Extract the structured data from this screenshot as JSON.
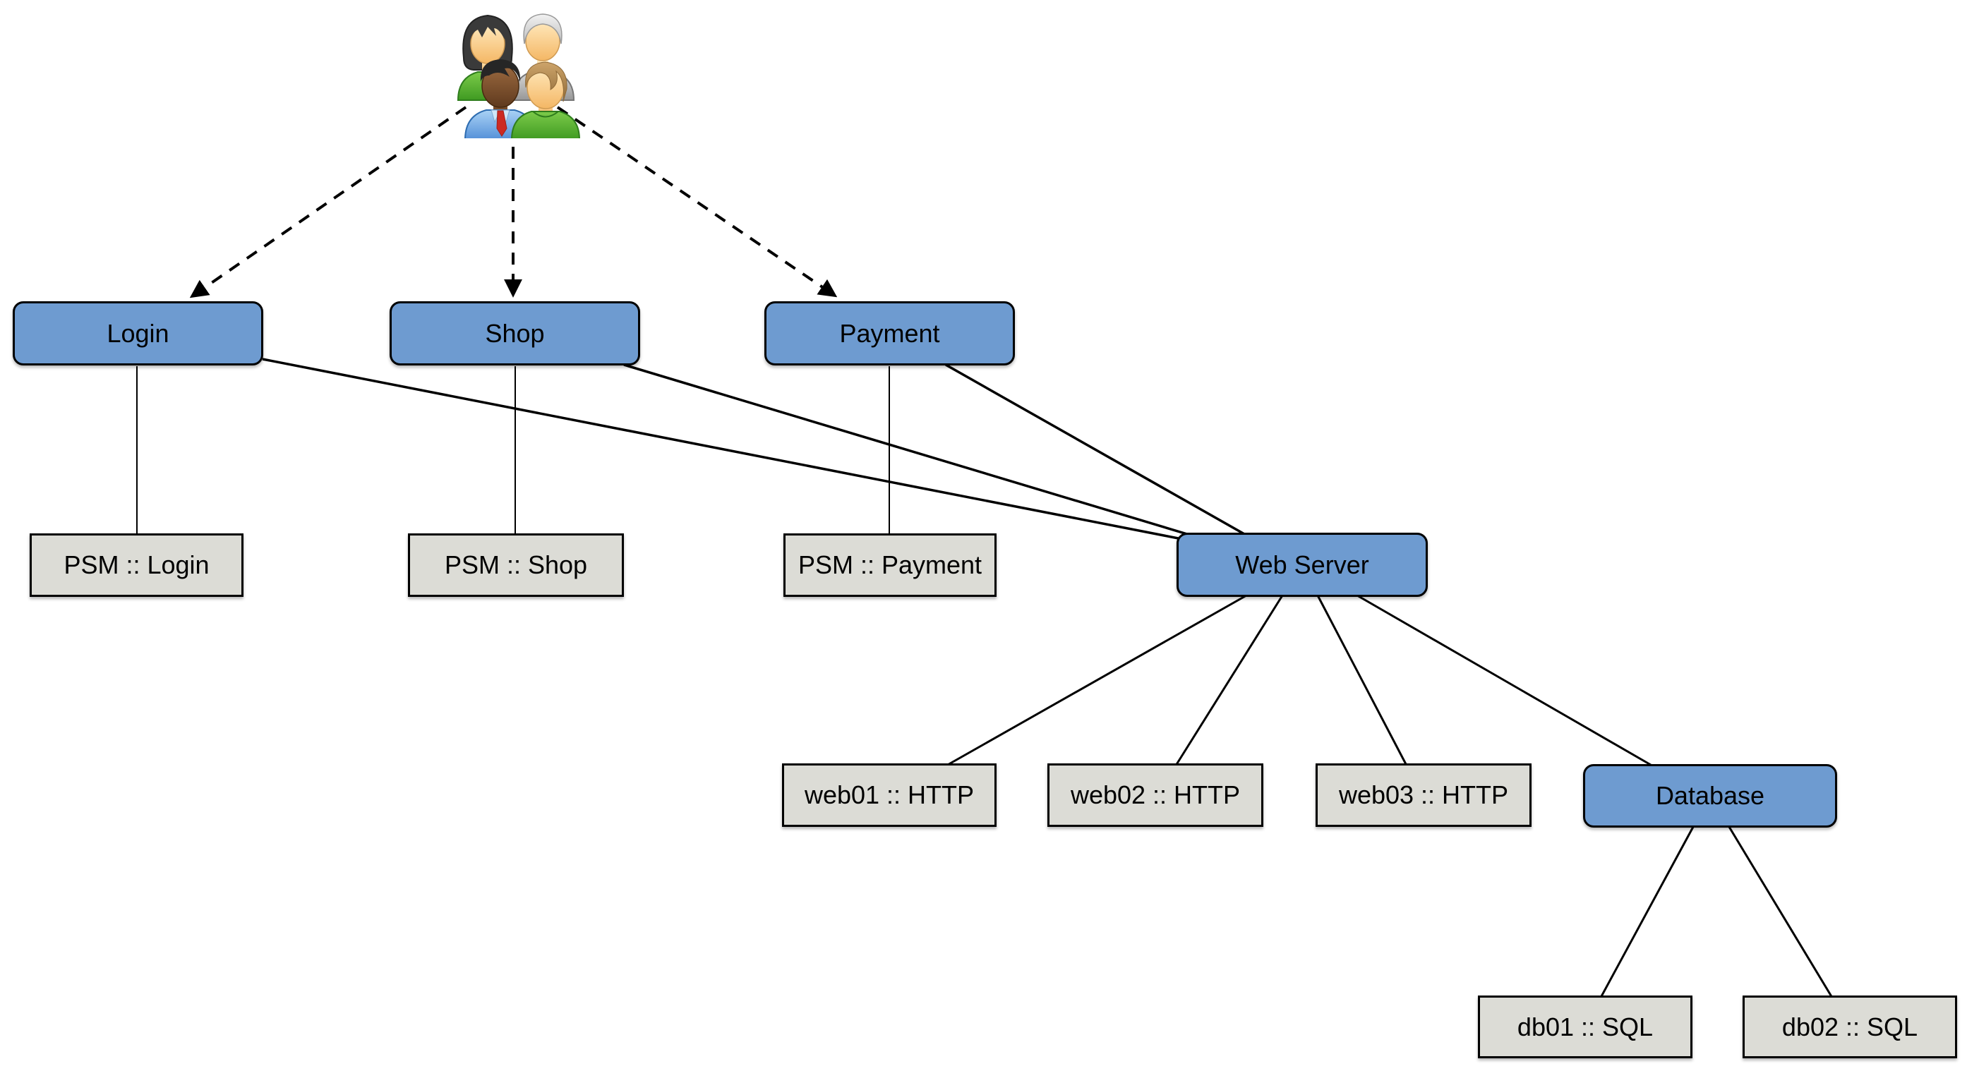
{
  "diagram": {
    "title": "service dependency diagram",
    "users_icon": {
      "name": "users-group-icon",
      "description": "group of four people representing users"
    },
    "nodes": [
      {
        "id": "login",
        "label": "Login",
        "kind": "business-process"
      },
      {
        "id": "shop",
        "label": "Shop",
        "kind": "business-process"
      },
      {
        "id": "payment",
        "label": "Payment",
        "kind": "business-process"
      },
      {
        "id": "psm-login",
        "label": "PSM :: Login",
        "kind": "check"
      },
      {
        "id": "psm-shop",
        "label": "PSM :: Shop",
        "kind": "check"
      },
      {
        "id": "psm-payment",
        "label": "PSM :: Payment",
        "kind": "check"
      },
      {
        "id": "web-server",
        "label": "Web Server",
        "kind": "business-process"
      },
      {
        "id": "web01",
        "label": "web01 :: HTTP",
        "kind": "check"
      },
      {
        "id": "web02",
        "label": "web02 :: HTTP",
        "kind": "check"
      },
      {
        "id": "web03",
        "label": "web03 :: HTTP",
        "kind": "check"
      },
      {
        "id": "database",
        "label": "Database",
        "kind": "business-process"
      },
      {
        "id": "db01",
        "label": "db01 :: SQL",
        "kind": "check"
      },
      {
        "id": "db02",
        "label": "db02 :: SQL",
        "kind": "check"
      }
    ],
    "edges": [
      {
        "from": "users",
        "to": "login",
        "style": "dashed-arrow"
      },
      {
        "from": "users",
        "to": "shop",
        "style": "dashed-arrow"
      },
      {
        "from": "users",
        "to": "payment",
        "style": "dashed-arrow"
      },
      {
        "from": "login",
        "to": "psm-login",
        "style": "solid"
      },
      {
        "from": "shop",
        "to": "psm-shop",
        "style": "solid"
      },
      {
        "from": "payment",
        "to": "psm-payment",
        "style": "solid"
      },
      {
        "from": "login",
        "to": "web-server",
        "style": "solid"
      },
      {
        "from": "shop",
        "to": "web-server",
        "style": "solid"
      },
      {
        "from": "payment",
        "to": "web-server",
        "style": "solid"
      },
      {
        "from": "web-server",
        "to": "web01",
        "style": "solid"
      },
      {
        "from": "web-server",
        "to": "web02",
        "style": "solid"
      },
      {
        "from": "web-server",
        "to": "web03",
        "style": "solid"
      },
      {
        "from": "web-server",
        "to": "database",
        "style": "solid"
      },
      {
        "from": "database",
        "to": "db01",
        "style": "solid"
      },
      {
        "from": "database",
        "to": "db02",
        "style": "solid"
      }
    ],
    "colors": {
      "process_fill": "#6e9bd0",
      "check_fill": "#dcdcd6",
      "border": "#000000",
      "edge": "#000000",
      "background": "#ffffff"
    }
  }
}
